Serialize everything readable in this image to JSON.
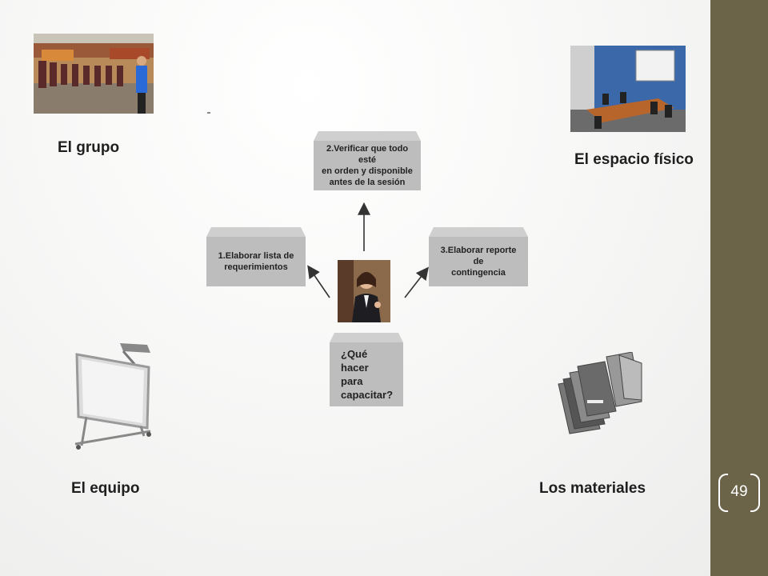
{
  "slide": {
    "page_number": "49",
    "accent_sidebar_color": "#6c6449"
  },
  "corners": {
    "group_label": "El grupo",
    "space_label": "El espacio físico",
    "equipment_label": "El equipo",
    "materials_label": "Los materiales"
  },
  "diagram": {
    "box_top": "2.Verificar que todo esté\nen orden y disponible\nantes de la sesión",
    "box_left": "1.Elaborar lista de\nrequerimientos",
    "box_right": "3.Elaborar reporte de\ncontingencia",
    "box_bottom": "¿Qué hacer\npara\ncapacitar?",
    "center_image": "presenter-photo"
  },
  "images": {
    "group": "group-training-photo",
    "space": "meeting-room-photo",
    "equipment": "interactive-whiteboard-photo",
    "materials": "manuals-photo"
  }
}
